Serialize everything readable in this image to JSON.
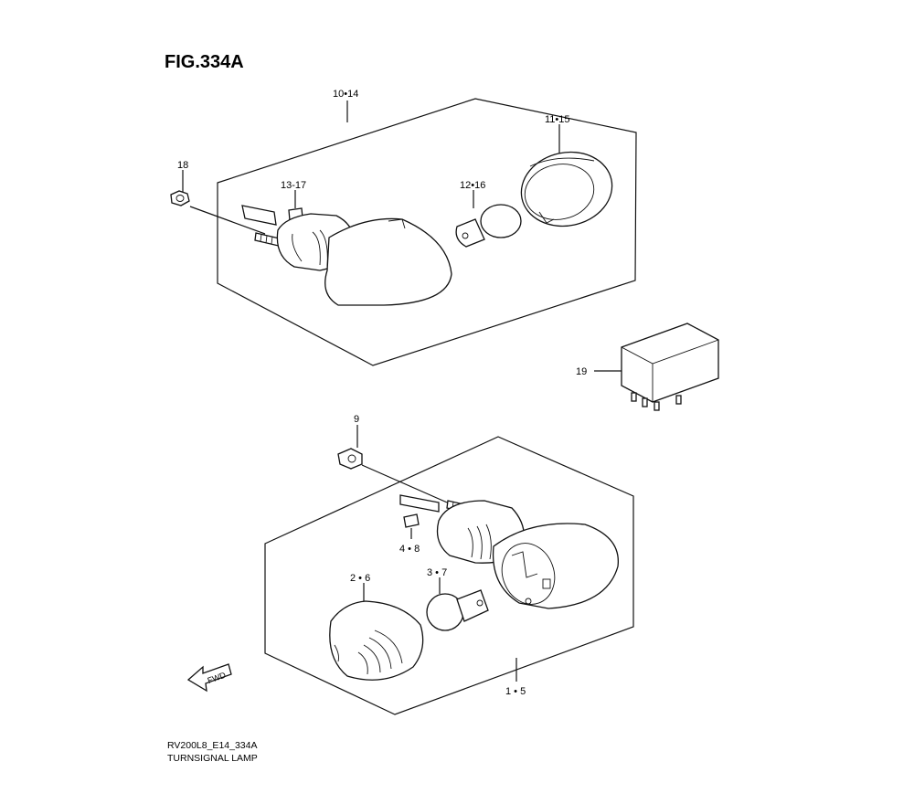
{
  "figure": {
    "title": "FIG.334A",
    "drawing_code": "RV200L8_E14_334A",
    "caption": "TURNSIGNAL LAMP"
  },
  "callouts": {
    "front_lamp_assy": "10•14",
    "rear_lamp_lens": "11•15",
    "nut_upper": "18",
    "rubber_upper": "13-17",
    "bulb_upper": "12•16",
    "relay": "19",
    "nut_lower": "9",
    "rubber_lower": "4 • 8",
    "lens_lower": "2 • 6",
    "bulb_lower": "3 • 7",
    "lamp_assy_lower": "1 • 5"
  },
  "direction_arrow": "FWD"
}
